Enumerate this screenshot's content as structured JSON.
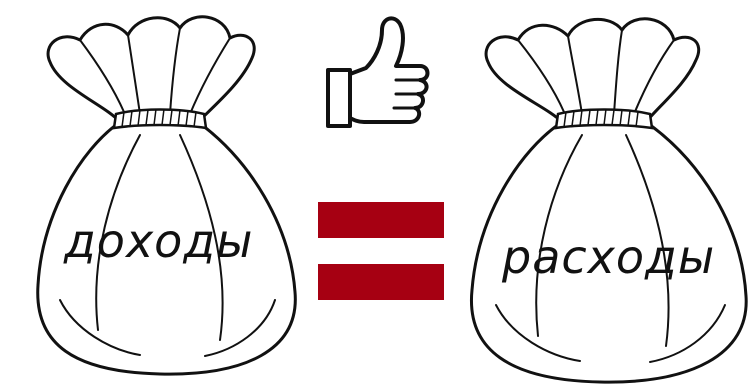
{
  "bags": {
    "left_label": "доходы",
    "right_label": "расходы"
  },
  "icons": {
    "thumb": "thumbs-up-icon",
    "equals": "equals-sign"
  },
  "colors": {
    "equals_bar": "#a60012",
    "outline": "#111111"
  }
}
